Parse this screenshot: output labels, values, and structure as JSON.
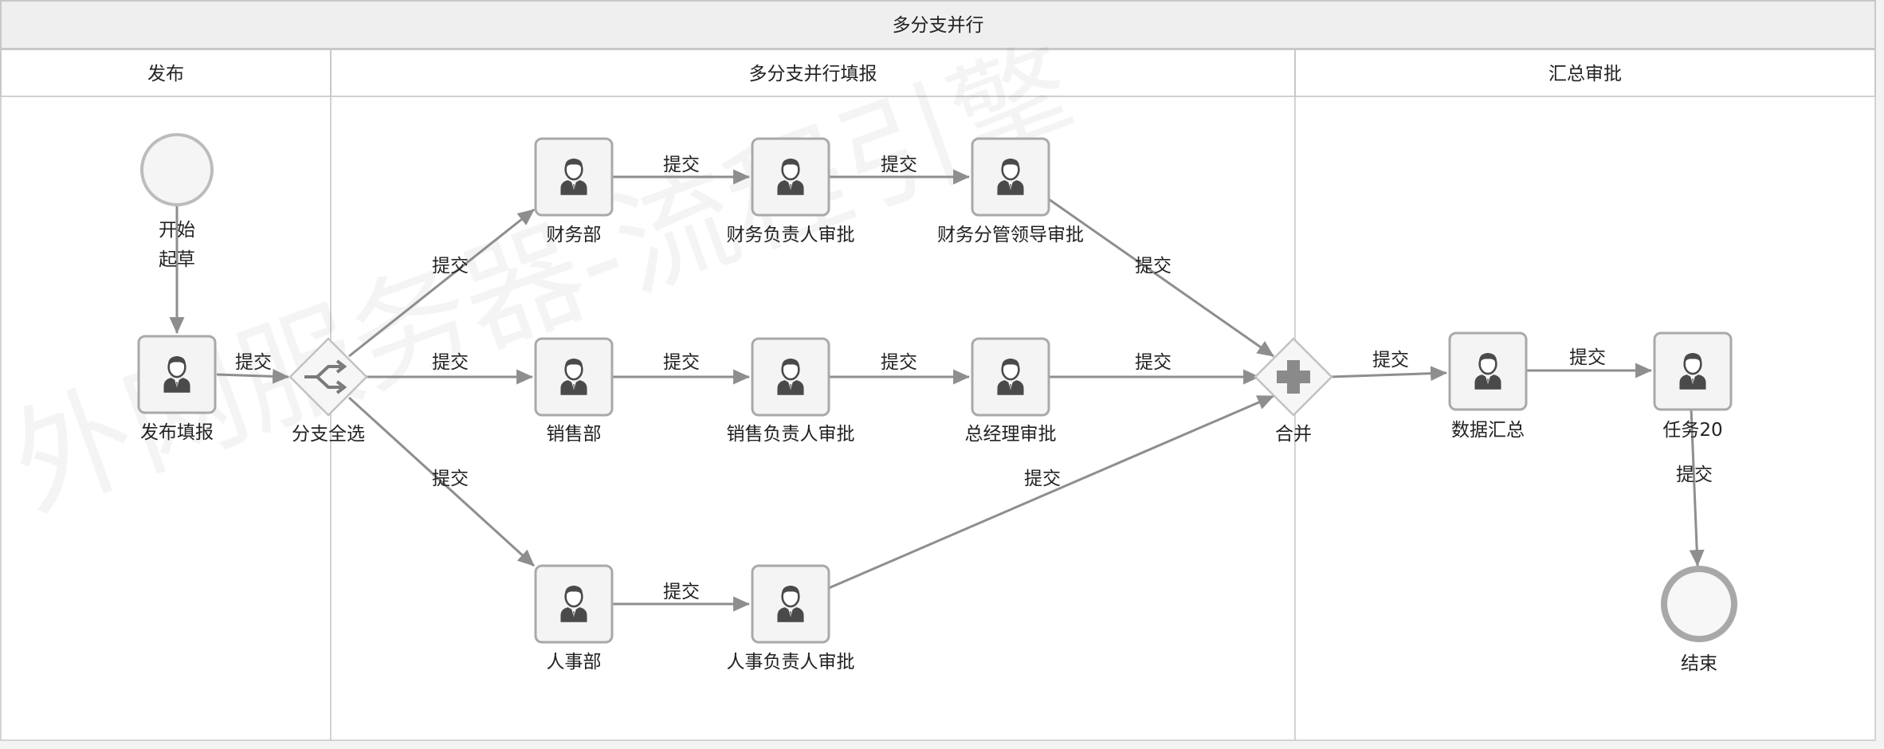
{
  "pool": {
    "title": "多分支并行"
  },
  "lanes": [
    {
      "id": "lane-publish",
      "title": "发布"
    },
    {
      "id": "lane-parallel",
      "title": "多分支并行填报"
    },
    {
      "id": "lane-summary",
      "title": "汇总审批"
    }
  ],
  "watermark": "外网服务器-流程引擎",
  "nodes": {
    "start": {
      "label": "开始",
      "sublabel": "起草"
    },
    "publish_fill": {
      "label": "发布填报",
      "icon": "user-icon"
    },
    "branch_all": {
      "label": "分支全选",
      "icon": "branch-gateway-icon"
    },
    "finance": {
      "label": "财务部",
      "icon": "user-icon"
    },
    "finance_head": {
      "label": "财务负责人审批",
      "icon": "user-icon"
    },
    "finance_leader": {
      "label": "财务分管领导审批",
      "icon": "user-icon"
    },
    "sales": {
      "label": "销售部",
      "icon": "user-icon"
    },
    "sales_head": {
      "label": "销售负责人审批",
      "icon": "user-icon"
    },
    "gm": {
      "label": "总经理审批",
      "icon": "user-icon"
    },
    "hr": {
      "label": "人事部",
      "icon": "user-icon"
    },
    "hr_head": {
      "label": "人事负责人审批",
      "icon": "user-icon"
    },
    "merge": {
      "label": "合并",
      "icon": "parallel-gateway-icon"
    },
    "data_summary": {
      "label": "数据汇总",
      "icon": "user-icon"
    },
    "task20": {
      "label": "任务20",
      "icon": "user-icon"
    },
    "end": {
      "label": "结束"
    }
  },
  "edges": [
    {
      "id": "e-start-publish",
      "label": ""
    },
    {
      "id": "e-publish-branch",
      "label": "提交"
    },
    {
      "id": "e-branch-finance",
      "label": "提交"
    },
    {
      "id": "e-branch-sales",
      "label": "提交"
    },
    {
      "id": "e-branch-hr",
      "label": "提交"
    },
    {
      "id": "e-finance-head",
      "label": "提交"
    },
    {
      "id": "e-head-leader",
      "label": "提交"
    },
    {
      "id": "e-leader-merge",
      "label": "提交"
    },
    {
      "id": "e-sales-head",
      "label": "提交"
    },
    {
      "id": "e-saleshead-gm",
      "label": "提交"
    },
    {
      "id": "e-gm-merge",
      "label": "提交"
    },
    {
      "id": "e-hr-head",
      "label": "提交"
    },
    {
      "id": "e-hrhead-merge",
      "label": "提交"
    },
    {
      "id": "e-merge-summary",
      "label": "提交"
    },
    {
      "id": "e-summary-task20",
      "label": "提交"
    },
    {
      "id": "e-task20-end",
      "label": "提交"
    }
  ],
  "colors": {
    "edge": "#8e8e8e",
    "task_border": "#a9a9a9",
    "icon": "#4a4a4a"
  }
}
